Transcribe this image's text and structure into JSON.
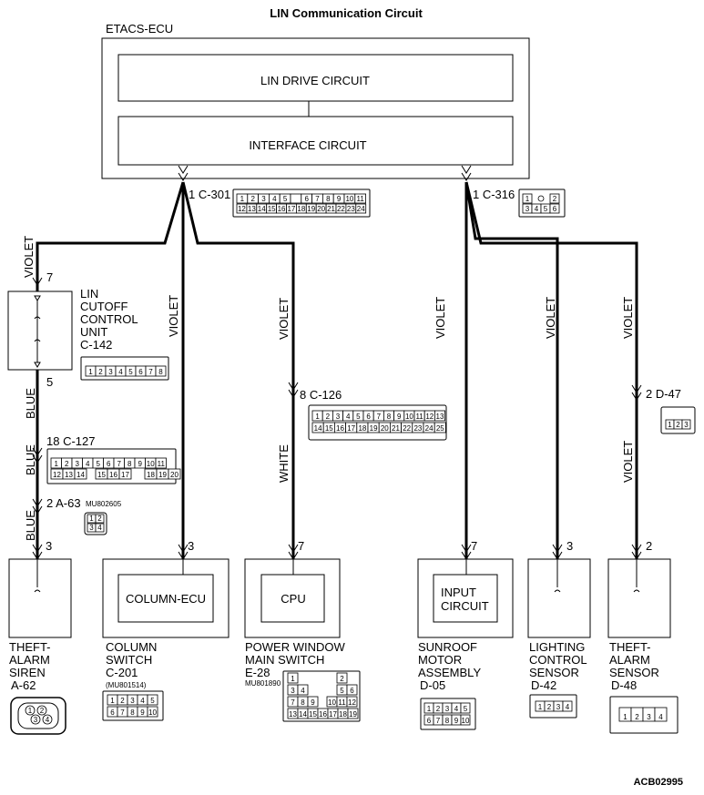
{
  "title": "LIN Communication Circuit",
  "ecu": {
    "name": "ETACS-ECU",
    "drive": "LIN DRIVE CIRCUIT",
    "interface": "INTERFACE CIRCUIT",
    "conn1": "1  C-301",
    "conn2": "1  C-316"
  },
  "wire_colors": {
    "violet": "VIOLET",
    "blue": "BLUE",
    "white": "WHITE"
  },
  "connectors": {
    "c142_pin_top": "7",
    "c142_pin_bottom": "5",
    "c127": "18  C-127",
    "a63": "2  A-63",
    "a63_part": "MU802605",
    "c126": "8  C-126",
    "d47": "2  D-47"
  },
  "cutoff": {
    "l1": "LIN",
    "l2": "CUTOFF",
    "l3": "CONTROL",
    "l4": "UNIT",
    "l5": "C-142"
  },
  "components": {
    "siren": {
      "pin": "3",
      "l1": "THEFT-",
      "l2": "ALARM",
      "l3": "SIREN",
      "l4": "A-62"
    },
    "column": {
      "pin": "3",
      "inner": "COLUMN-ECU",
      "l1": "COLUMN",
      "l2": "SWITCH",
      "l3": "C-201",
      "l4": "(MU801514)"
    },
    "power": {
      "pin": "7",
      "inner": "CPU",
      "l1": "POWER WINDOW",
      "l2": "MAIN SWITCH",
      "l3": "E-28",
      "l4": "MU801890"
    },
    "sunroof": {
      "pin": "7",
      "inner1": "INPUT",
      "inner2": "CIRCUIT",
      "l1": "SUNROOF",
      "l2": "MOTOR",
      "l3": "ASSEMBLY",
      "l4": "D-05"
    },
    "lighting": {
      "pin": "3",
      "l1": "LIGHTING",
      "l2": "CONTROL",
      "l3": "SENSOR",
      "l4": "D-42"
    },
    "theft": {
      "pin": "2",
      "l1": "THEFT-",
      "l2": "ALARM",
      "l3": "SENSOR",
      "l4": "D-48"
    }
  },
  "pins": {
    "c301_top": [
      "1",
      "2",
      "3",
      "4",
      "5",
      "",
      "6",
      "7",
      "8",
      "9",
      "10",
      "11"
    ],
    "c301_bot": [
      "12",
      "13",
      "14",
      "15",
      "16",
      "17",
      "18",
      "19",
      "20",
      "21",
      "22",
      "23",
      "24"
    ],
    "c316_top": [
      "1",
      "2"
    ],
    "c316_bot": [
      "3",
      "4",
      "5",
      "6"
    ],
    "c142": [
      "1",
      "2",
      "3",
      "4",
      "5",
      "6",
      "7",
      "8"
    ],
    "c127_top": [
      "1",
      "2",
      "3",
      "4",
      "5",
      "6",
      "7",
      "8",
      "9",
      "10",
      "11"
    ],
    "c127_bot": [
      "12",
      "13",
      "14",
      "15",
      "16",
      "17",
      "18",
      "19",
      "20"
    ],
    "a63": [
      "1",
      "2",
      "3",
      "4"
    ],
    "c126_top": [
      "1",
      "2",
      "3",
      "4",
      "5",
      "6",
      "7",
      "8",
      "9",
      "10",
      "11",
      "12",
      "13"
    ],
    "c126_bot": [
      "14",
      "15",
      "16",
      "17",
      "18",
      "19",
      "20",
      "21",
      "22",
      "23",
      "24",
      "25"
    ],
    "d47": [
      "1",
      "2",
      "3"
    ],
    "a62": [
      "1",
      "2",
      "3",
      "4"
    ],
    "c201_top": [
      "1",
      "2",
      "3",
      "4",
      "5"
    ],
    "c201_bot": [
      "6",
      "7",
      "8",
      "9",
      "10"
    ],
    "e28_r1": [
      "1",
      "2"
    ],
    "e28_r2": [
      "3",
      "4",
      "5",
      "6"
    ],
    "e28_r3": [
      "7",
      "8",
      "9",
      "10",
      "11",
      "12"
    ],
    "e28_r4": [
      "13",
      "14",
      "15",
      "16",
      "17",
      "18",
      "19"
    ],
    "d05_top": [
      "1",
      "2",
      "3",
      "4",
      "5"
    ],
    "d05_bot": [
      "6",
      "7",
      "8",
      "9",
      "10"
    ],
    "d42": [
      "1",
      "2",
      "3",
      "4"
    ],
    "d48": [
      "1",
      "2",
      "3",
      "4"
    ]
  },
  "footer_code": "ACB02995"
}
